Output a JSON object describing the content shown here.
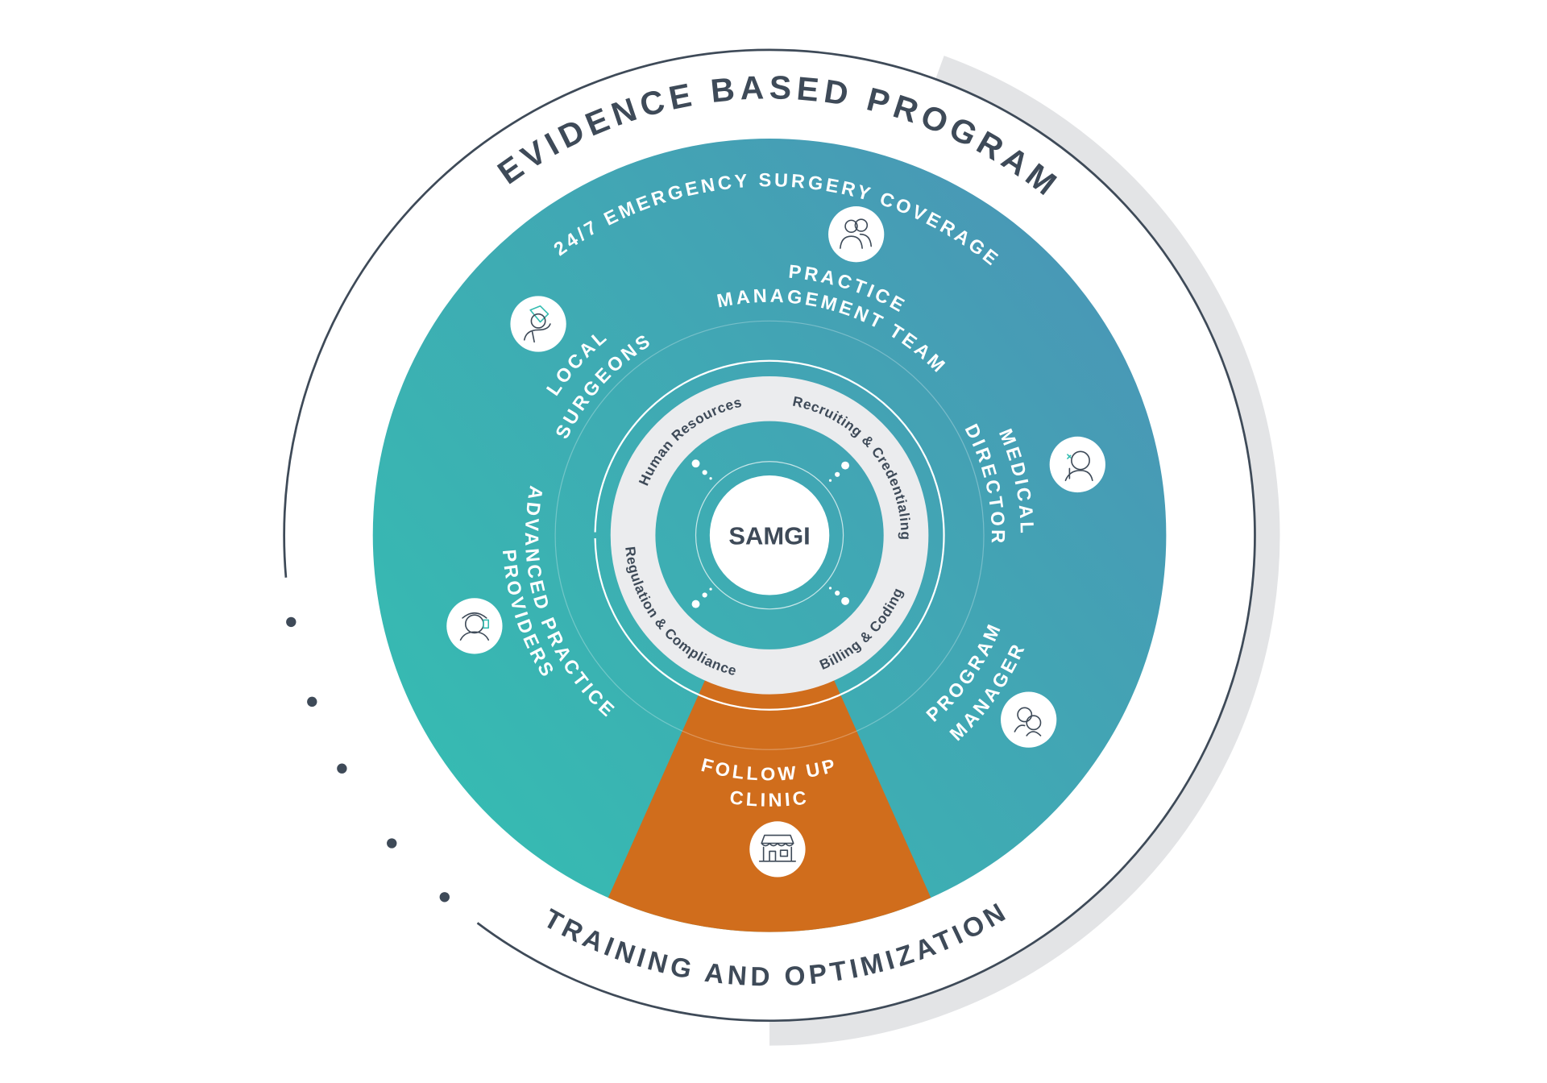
{
  "outer_ring": {
    "top_label": "EVIDENCE BASED PROGRAM",
    "bottom_label": "TRAINING AND OPTIMIZATION"
  },
  "coverage_label": "24/7 EMERGENCY SURGERY COVERAGE",
  "segments": {
    "practice_management": {
      "line1": "PRACTICE",
      "line2": "MANAGEMENT TEAM",
      "icon": "team-icon"
    },
    "local_surgeons": {
      "line1": "LOCAL",
      "line2": "SURGEONS",
      "icon": "surgeon-icon"
    },
    "medical_director": {
      "line1": "MEDICAL",
      "line2": "DIRECTOR",
      "icon": "doctor-icon"
    },
    "program_manager": {
      "line1": "PROGRAM",
      "line2": "MANAGER",
      "icon": "manager-icon"
    },
    "advanced_practice": {
      "line1": "ADVANCED PRACTICE",
      "line2": "PROVIDERS",
      "icon": "nurse-icon"
    },
    "follow_up_clinic": {
      "line1": "FOLLOW UP",
      "line2": "CLINIC",
      "icon": "clinic-storefront-icon"
    }
  },
  "inner_ring": {
    "human_resources": "Human Resources",
    "recruiting": "Recruiting & Credentialing",
    "billing": "Billing & Coding",
    "regulation": "Regulation & Compliance"
  },
  "center_label": "SAMGI",
  "colors": {
    "teal_light": "#35bdb1",
    "teal_dark": "#4898b6",
    "orange": "#d06d1c",
    "dark_text": "#3e4a58",
    "inner_band": "#ebecee",
    "shadow_arc": "#e3e4e6"
  }
}
